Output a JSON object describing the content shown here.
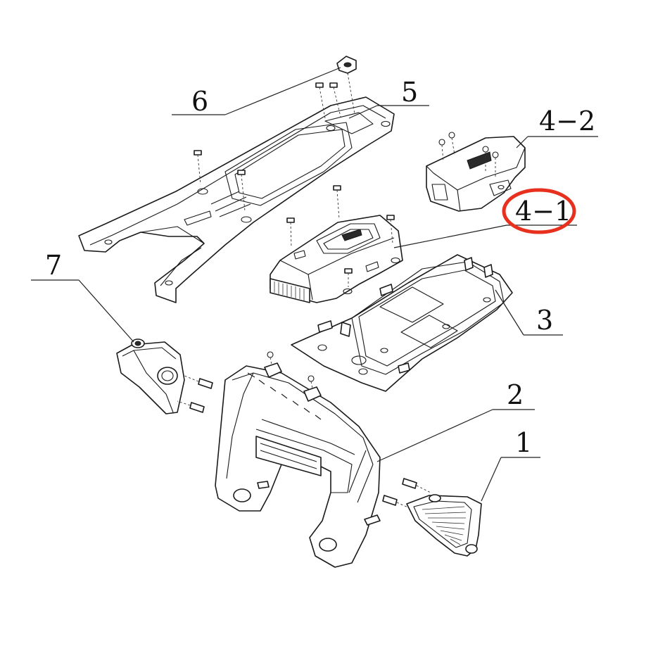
{
  "callouts": {
    "c1": "1",
    "c2": "2",
    "c3": "3",
    "c4_1": "4−1",
    "c4_2": "4−2",
    "c5": "5",
    "c6": "6",
    "c7": "7"
  },
  "highlight": {
    "target": "4−1",
    "color": "#e8301f"
  }
}
